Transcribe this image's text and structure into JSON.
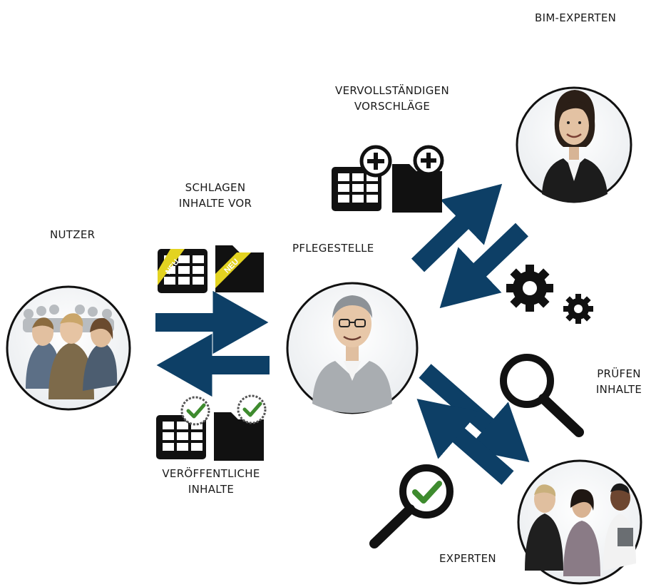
{
  "roles": {
    "bim_experts": "BIM-EXPERTEN",
    "users": "NUTZER",
    "maintainer": "PFLEGESTELLE",
    "experts": "EXPERTEN"
  },
  "actions": {
    "complete_line1": "VERVOLLSTÄNDIGEN",
    "complete_line2": "VORSCHLÄGE",
    "propose_line1": "SCHLAGEN",
    "propose_line2": "INHALTE VOR",
    "check_line1": "PRÜFEN",
    "check_line2": "INHALTE",
    "publish_line1": "VERÖFFENTLICHE",
    "publish_line2": "INHALTE"
  },
  "badges": {
    "new": "NEU"
  },
  "colors": {
    "arrow": "#0d3f66",
    "icon": "#111111",
    "check": "#3e8b2e",
    "badge": "#e3d321"
  }
}
